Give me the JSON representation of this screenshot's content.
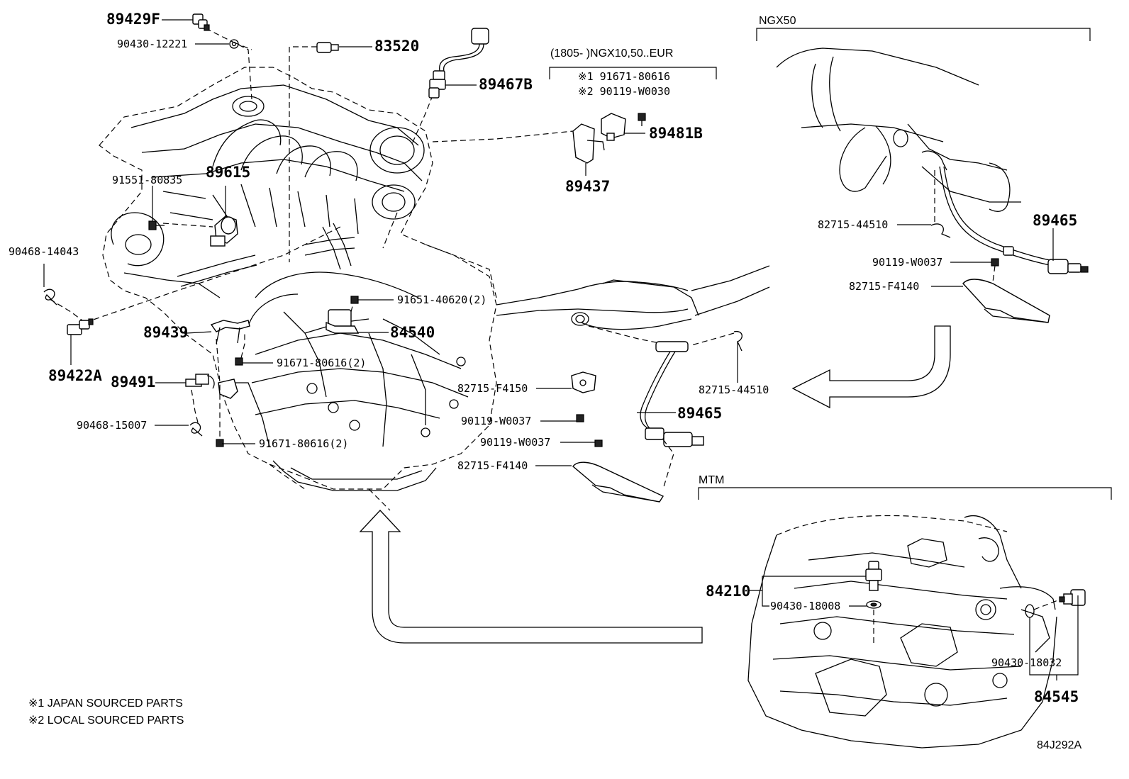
{
  "labels": {
    "p89429F": "89429F",
    "p90430_12221": "90430-12221",
    "p83520": "83520",
    "p89467B": "89467B",
    "p91551_80835": "91551-80835",
    "p89615": "89615",
    "p90468_14043": "90468-14043",
    "p89422A": "89422A",
    "p89439": "89439",
    "p89491": "89491",
    "p90468_15007": "90468-15007",
    "p91671_80616_2a": "91671-80616(2)",
    "p91671_80616_2b": "91671-80616(2)",
    "p91651_40620_2": "91651-40620(2)",
    "p84540": "84540",
    "p89437": "89437",
    "p89481B": "89481B",
    "p82715_F4150": "82715-F4150",
    "p90119_W0037_a": "90119-W0037",
    "p90119_W0037_b": "90119-W0037",
    "p82715_F4140_a": "82715-F4140",
    "p89465_a": "89465",
    "p82715_44510_a": "82715-44510",
    "p82715_44510_b": "82715-44510",
    "p89465_b": "89465",
    "p90119_W0037_c": "90119-W0037",
    "p82715_F4140_b": "82715-F4140",
    "p84210": "84210",
    "p90430_18008": "90430-18008",
    "p90430_18032": "90430-18032",
    "p84545": "84545"
  },
  "boxes": {
    "eur_header": "(1805-        )NGX10,50..EUR",
    "eur_line1": "※1 91671-80616",
    "eur_line2": "※2 90119-W0030",
    "ngx50": "NGX50",
    "mtm": "MTM"
  },
  "notes": {
    "japan": "※1 JAPAN SOURCED PARTS",
    "local": "※2 LOCAL SOURCED PARTS"
  },
  "figure_id": "84J292A",
  "icons": [
    "engine-assembly",
    "catalytic-converter",
    "transmission-mtm",
    "oxygen-sensor",
    "arrow-left",
    "arrow-up"
  ]
}
